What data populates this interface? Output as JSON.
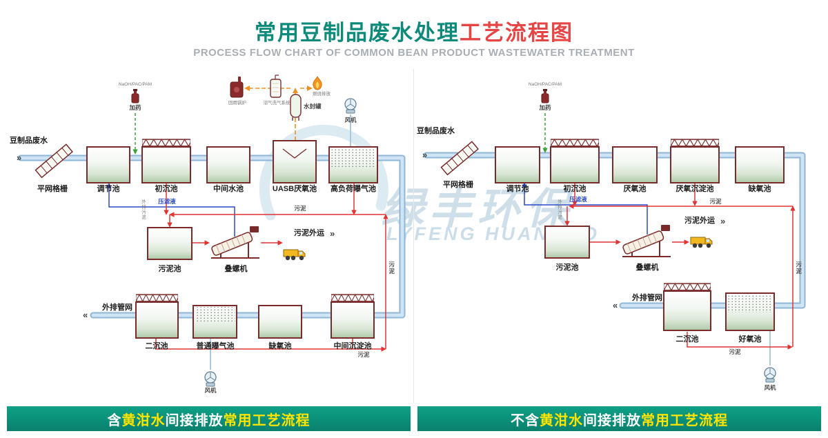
{
  "header": {
    "title_teal": "常用豆制品废水处理",
    "title_red": "工艺流程图",
    "subtitle": "PROCESS FLOW CHART OF COMMON BEAN PRODUCT WASTEWATER TREATMENT"
  },
  "watermark": {
    "cn": "绿丰环保",
    "en": "LYFENG HUANBAO"
  },
  "arrows": {
    "in": "»",
    "out": "«"
  },
  "colors": {
    "accent_teal": "#0e8a7a",
    "accent_red": "#e64545",
    "bar_teal": "#0a8e7c",
    "highlight_yellow": "#ffe400"
  },
  "left": {
    "inlet": "豆制品废水",
    "outfall": "外排管网",
    "tanks": {
      "screen": "平网格栅",
      "regulating": "调节池",
      "primary": "初沉池",
      "intermediate": "中间水池",
      "uasb": "UASB厌氧池",
      "high_load_aeration": "高负荷曝气池",
      "sludge_tank": "污泥池",
      "screw_press": "叠螺机",
      "secondary": "二沉池",
      "common_aeration": "普通曝气池",
      "anoxic": "缺氧池",
      "mid_sedimentation": "中间沉淀池"
    },
    "aux": {
      "boiler": "回用锅炉",
      "gas_wash": "沼气洗气系统",
      "water_seal": "水封罐",
      "burn_discharge": "燃烧排放",
      "fan_top": "风机",
      "fan_bottom": "风机",
      "dosing_chem": "NaOH/PAC/PAM",
      "dosing": "加药",
      "sludge_out": "污泥外运",
      "filtrate": "压滤液",
      "sludge": "污泥",
      "outer_sludge": "外排污泥"
    },
    "footer": [
      "含",
      "黄泔水",
      "间接排放",
      "常用工艺流程"
    ]
  },
  "right": {
    "inlet": "豆制品废水",
    "outfall": "外排管网",
    "tanks": {
      "screen": "平网格栅",
      "regulating": "调节池",
      "primary": "初沉池",
      "anaerobic": "厌氧池",
      "anaerobic_sed": "厌氧沉淀池",
      "anoxic": "缺氧池",
      "sludge_tank": "污泥池",
      "screw_press": "叠螺机",
      "secondary": "二沉池",
      "aerobic": "好氧池"
    },
    "aux": {
      "fan": "风机",
      "dosing_chem": "NaOH/PAC/PAM",
      "dosing": "加药",
      "sludge_out": "污泥外运",
      "filtrate": "压滤液",
      "sludge": "污泥",
      "outer_sludge": "外排污泥"
    },
    "footer": [
      "不含",
      "黄泔水",
      "间接排放",
      "常用工艺流程"
    ]
  }
}
